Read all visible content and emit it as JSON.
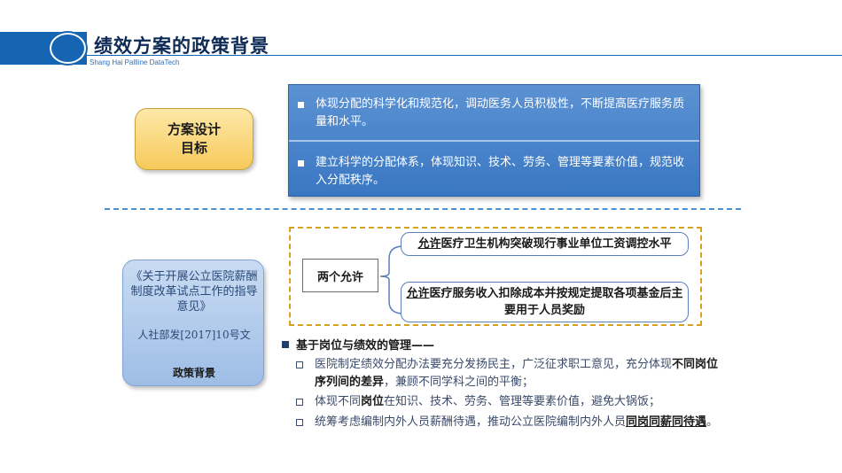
{
  "header": {
    "title": "绩效方案的政策背景",
    "subtitle": "Shang Hai Pallline DataTech"
  },
  "goal": {
    "label": "方案设计\n目标",
    "items": [
      "体现分配的科学化和规范化，调动医务人员积极性，不断提高医疗服务质量和水平。",
      "建立科学的分配体系，体现知识、技术、劳务、管理等要素价值，规范收入分配秩序。"
    ]
  },
  "policy": {
    "doc_title": "《关于开展公立医院薪酬制度改革试点工作的指导意见》",
    "doc_number": "人社部发[2017]10号文",
    "label": "政策背景"
  },
  "allow": {
    "label": "两个允许",
    "items": [
      {
        "keyword": "允许",
        "rest": "医疗卫生机构突破现行事业单位工资调控水平"
      },
      {
        "keyword": "允许",
        "rest": "医疗服务收入扣除成本并按规定提取各项基金后主要用于人员奖励"
      }
    ]
  },
  "management": {
    "heading": "基于岗位与绩效的管理——",
    "item1_a": "医院制定绩效分配办法要充分发扬民主，广泛征求职工意见，充分体现",
    "item1_b": "不同岗位序列间的差异",
    "item1_c": "，兼顾不同学科之间的平衡；",
    "item2_a": "体现不同",
    "item2_b": "岗位",
    "item2_c": "在知识、技术、劳务、管理等要素价值，避免大锅饭；",
    "item3_a": "统筹考虑编制内外人员薪酬待遇，推动公立医院编制内外人员",
    "item3_b": "同岗同薪同待遇",
    "item3_c": "。"
  }
}
